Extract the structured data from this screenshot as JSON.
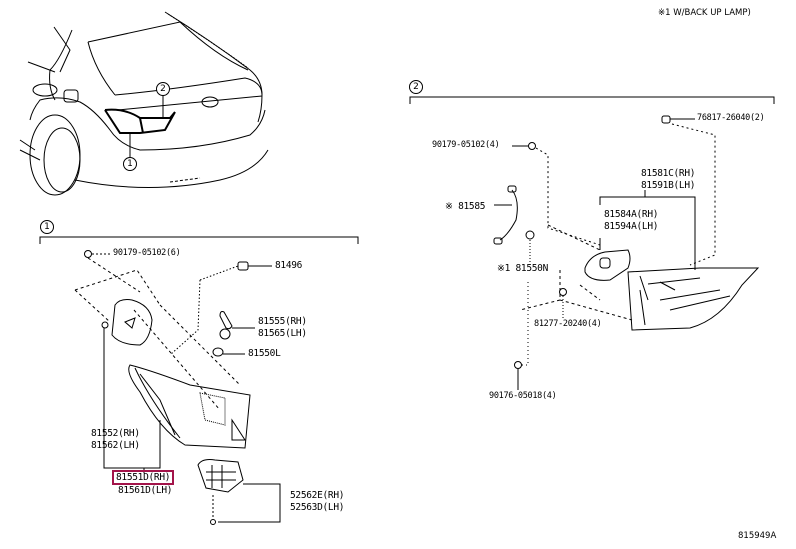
{
  "header": {
    "note": "※1 W/BACK UP LAMP)",
    "figure_code": "815949A"
  },
  "callouts": {
    "c1": "1",
    "c2": "2"
  },
  "highlight_color": "#a3144a",
  "group1": {
    "parts": [
      {
        "id": "p-90179-05102-6",
        "label": "90179-05102(6)"
      },
      {
        "id": "p-81496",
        "label": "81496"
      },
      {
        "id": "p-81555",
        "label": "81555(RH)"
      },
      {
        "id": "p-81565",
        "label": "81565(LH)"
      },
      {
        "id": "p-81550l",
        "label": "81550L"
      },
      {
        "id": "p-81552",
        "label": "81552(RH)"
      },
      {
        "id": "p-81562",
        "label": "81562(LH)"
      },
      {
        "id": "p-81551d",
        "label": "81551D(RH)",
        "highlighted": true
      },
      {
        "id": "p-81561d",
        "label": "81561D(LH)"
      },
      {
        "id": "p-52562e",
        "label": "52562E(RH)"
      },
      {
        "id": "p-52563d",
        "label": "52563D(LH)"
      }
    ]
  },
  "group2": {
    "parts": [
      {
        "id": "p-76817-26040",
        "label": "76817-26040(2)"
      },
      {
        "id": "p-90179-05102-4",
        "label": "90179-05102(4)"
      },
      {
        "id": "p-81581c",
        "label": "81581C(RH)"
      },
      {
        "id": "p-81591b",
        "label": "81591B(LH)"
      },
      {
        "id": "p-81584a",
        "label": "81584A(RH)"
      },
      {
        "id": "p-81594a",
        "label": "81594A(LH)"
      },
      {
        "id": "p-81585",
        "label": "※ 81585"
      },
      {
        "id": "p-81550n",
        "label": "※1 81550N"
      },
      {
        "id": "p-81277-20240",
        "label": "81277-20240(4)"
      },
      {
        "id": "p-90176-05018",
        "label": "90176-05018(4)"
      }
    ]
  }
}
